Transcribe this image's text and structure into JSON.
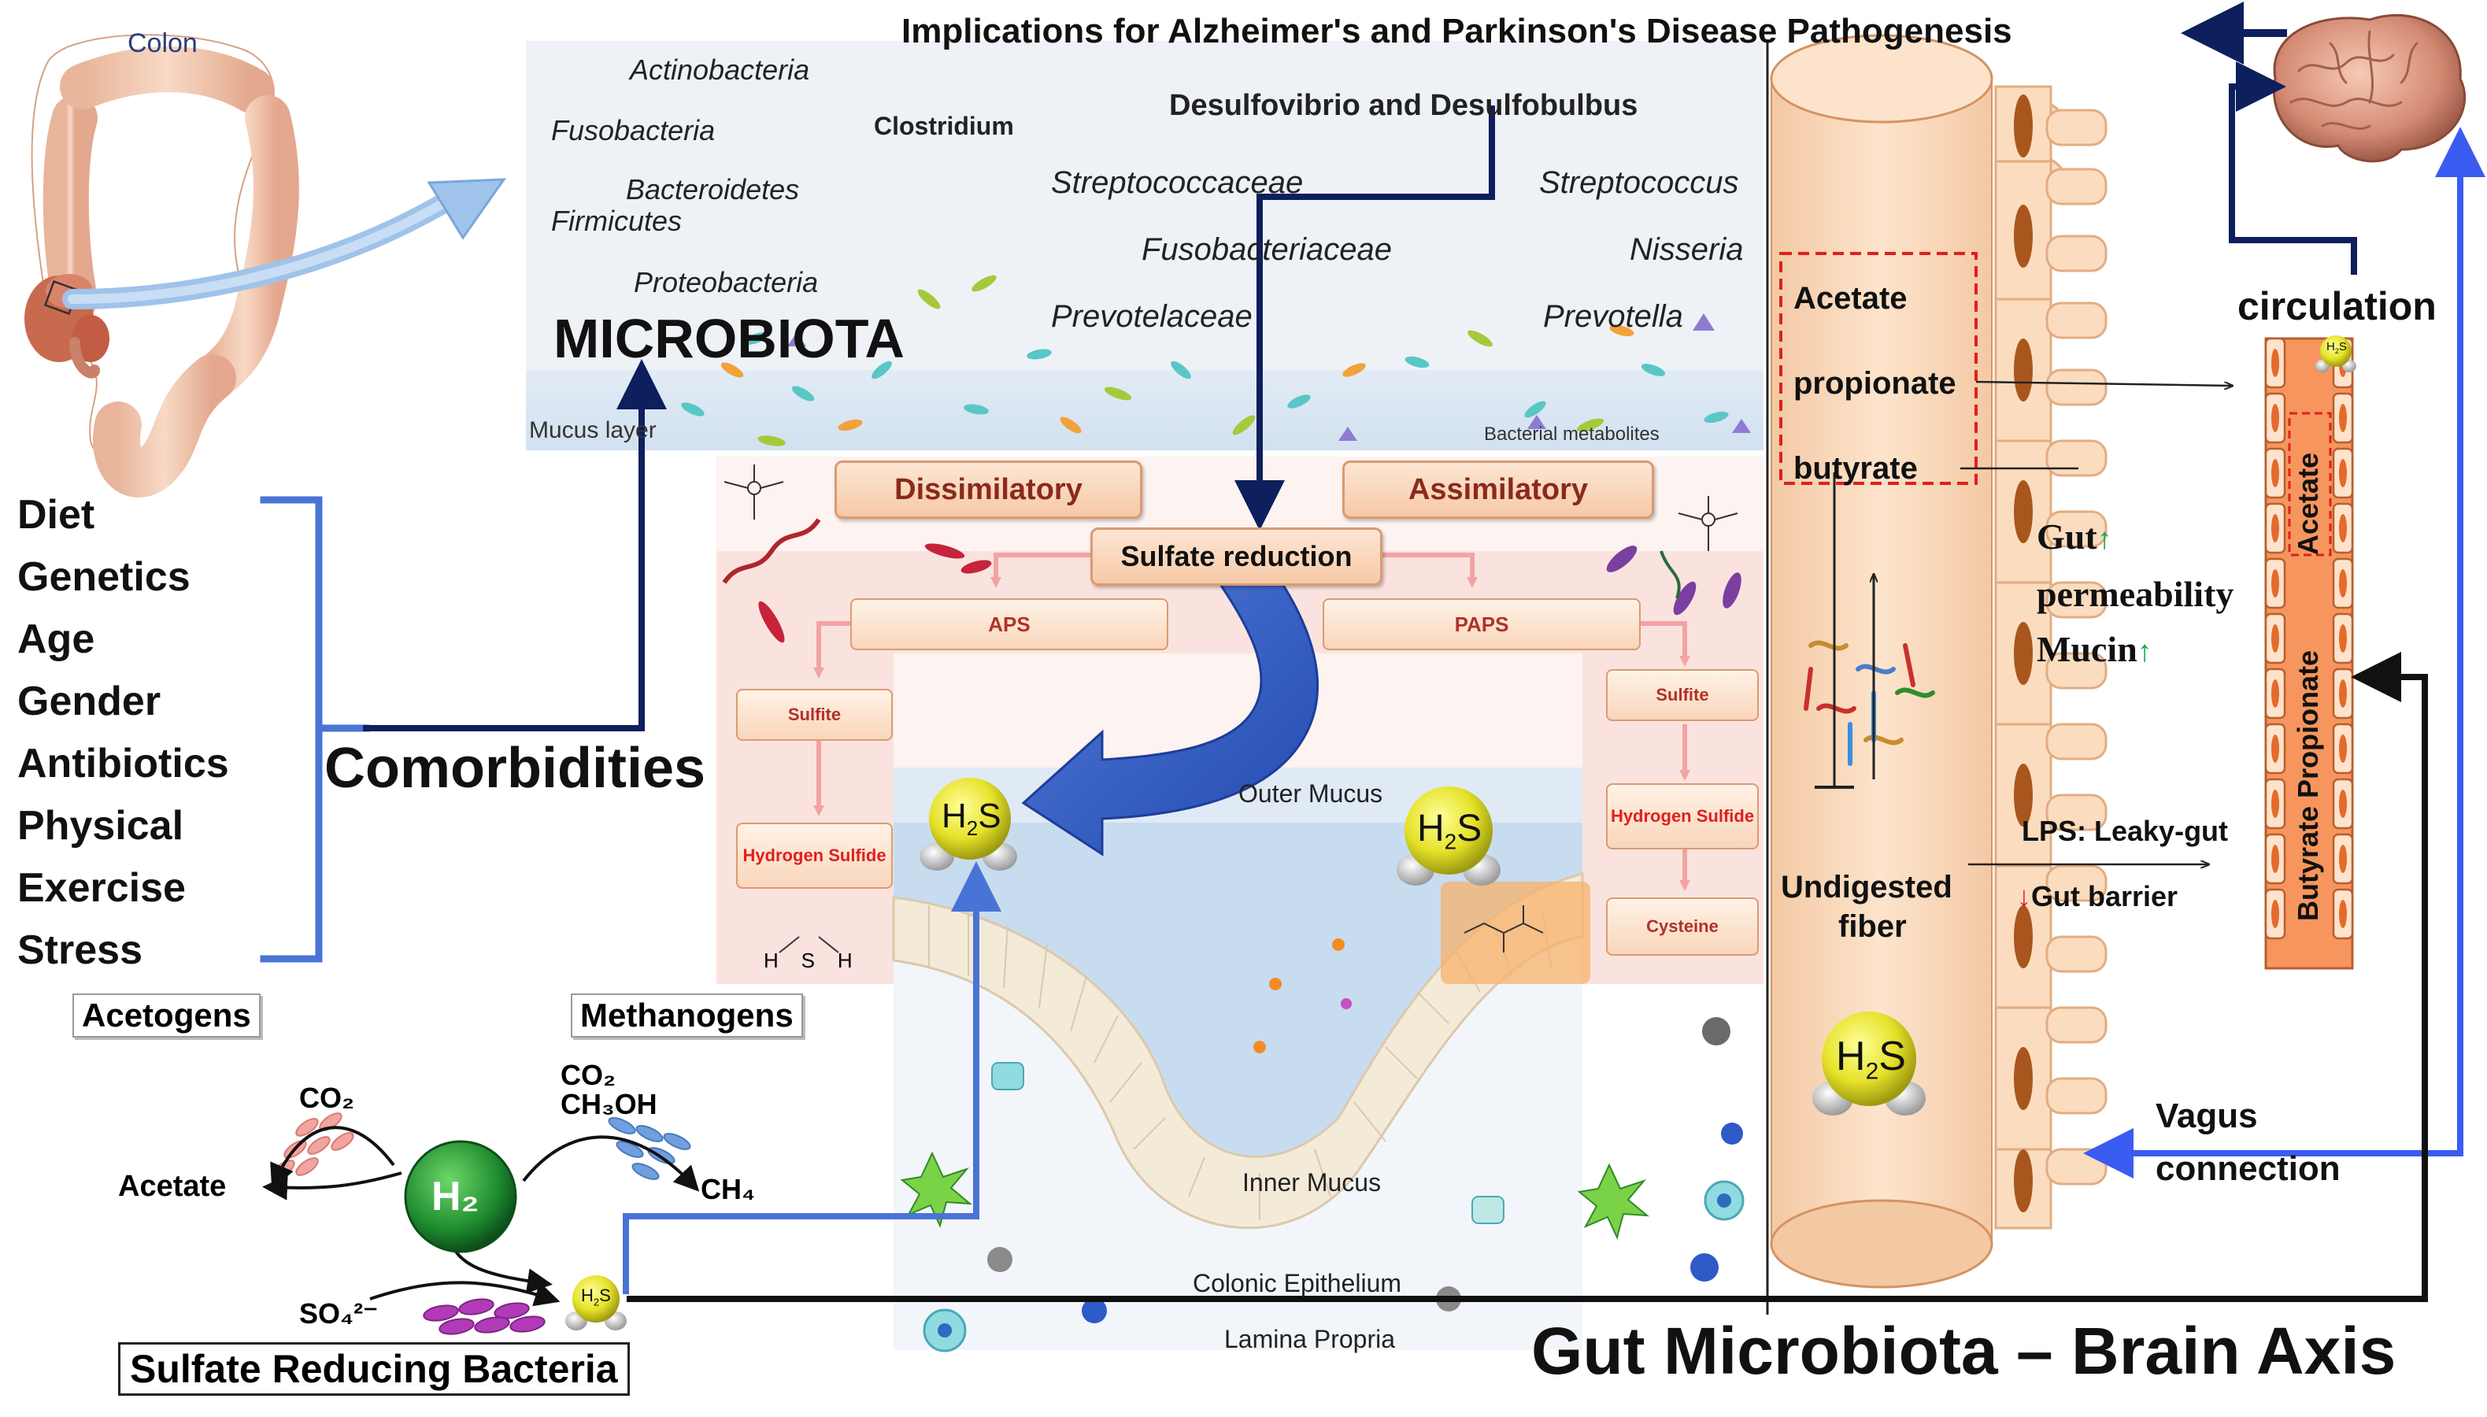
{
  "title_top": "Implications for Alzheimer's and Parkinson's Disease Pathogenesis",
  "colon_label": "Colon",
  "microbiota": {
    "title": "MICROBIOTA",
    "taxa": [
      "Actinobacteria",
      "Fusobacteria",
      "Clostridium",
      "Bacteroidetes",
      "Firmicutes",
      "Proteobacteria",
      "Desulfovibrio and Desulfobulbus",
      "Streptococcaceae",
      "Fusobacteriaceae",
      "Prevotelaceae",
      "Streptococcus",
      "Nisseria",
      "Prevotella"
    ],
    "mucus_layer": "Mucus layer",
    "bacterial_metabolites": "Bacterial metabolites"
  },
  "factors": [
    "Diet",
    "Genetics",
    "Age",
    "Gender",
    "Antibiotics",
    "Physical",
    "Exercise",
    "Stress"
  ],
  "comorbidities": "Comorbidities",
  "sulfate": {
    "dissimilatory": "Dissimilatory",
    "assimilatory": "Assimilatory",
    "sulfate_reduction": "Sulfate reduction",
    "aps": "APS",
    "paps": "PAPS",
    "sulfite_left": "Sulfite",
    "sulfite_right": "Sulfite",
    "hs_left": "Hydrogen Sulfide",
    "hs_right": "Hydrogen Sulfide",
    "cysteine": "Cysteine"
  },
  "tissue": {
    "outer_mucus": "Outer Mucus",
    "inner_mucus": "Inner Mucus",
    "colonic_epithelium": "Colonic Epithelium",
    "lamina_propria": "Lamina Propria"
  },
  "h2s": {
    "h": "H",
    "sub": "2",
    "s": "S"
  },
  "metabolism": {
    "acetogens": "Acetogens",
    "methanogens": "Methanogens",
    "co2_left": "CO₂",
    "acetate": "Acetate",
    "h2": "H₂",
    "co2_right": "CO₂",
    "ch3oh": "CH₃OH",
    "ch4": "CH₄",
    "so4": "SO₄²⁻",
    "srb": "Sulfate Reducing Bacteria"
  },
  "gut": {
    "scfa": [
      "Acetate",
      "propionate",
      "butyrate"
    ],
    "gut_perm_1": "Gut",
    "gut_perm_2": "permeability",
    "mucin": "Mucin",
    "lps": "LPS: Leaky-gut",
    "gut_barrier": "Gut barrier",
    "undigested": "Undigested",
    "fiber": "fiber",
    "circulation": "circulation",
    "circ_scfa": [
      "Acetate",
      "Butyrate  Propionate"
    ],
    "vagus_1": "Vagus",
    "vagus_2": "connection"
  },
  "axis_title": "Gut Microbiota – Brain Axis",
  "colors": {
    "arrow_navy": "#0d1f5c",
    "arrow_blue": "#4a73d6",
    "arrow_bright": "#3b5cf0",
    "dash_red": "#e0201c",
    "gut_fill": "#fbdcbf",
    "h2s_yellow": "#e6e22a"
  }
}
